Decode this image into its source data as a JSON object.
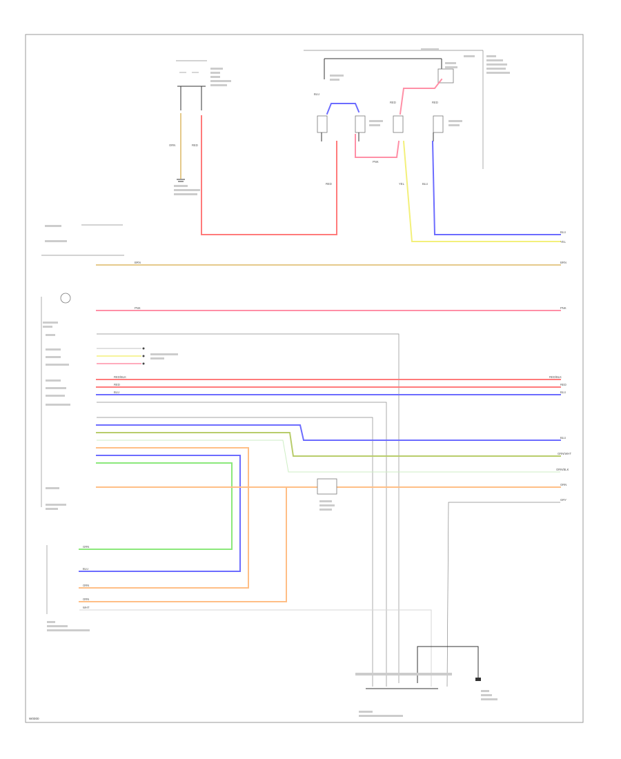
{
  "diagram": {
    "code": "W0000",
    "colors": {
      "red": "#ff7a7a",
      "pink": "#ff8fa6",
      "yellow": "#f3f07a",
      "tan": "#e5c98a",
      "blue": "#6b6bff",
      "green": "#8ae87a",
      "olive": "#b8cc6a",
      "orange": "#ffbe85",
      "gray": "#9a9a9a",
      "white": "#d6d6d6"
    },
    "connector_labels": {
      "left_wire_a": "ORN",
      "left_wire_b": "RED",
      "blower_lower": "RED",
      "blower_out": "BLU",
      "yellow_drop": "YEL",
      "blue_drop": "BLU",
      "pink_link": "PNK",
      "fuse_top": "RED",
      "fuse_right": "RED"
    },
    "row_wire_labels": {
      "tan_row": "BRN",
      "pink_row": "PNK",
      "red_row": "RED/BLK",
      "red2_row": "RED",
      "blue_row": "BLU",
      "blue_end": "BLU",
      "green_end": "GRN/WHT",
      "orange_end": "ORN/BLK",
      "orange2_end": "ORN",
      "gray_end": "GRY",
      "blue_right": "BLU",
      "yellow_right": "YEL"
    },
    "bottom_labels": {
      "green_a": "GRN",
      "blue_a": "BLU",
      "orange_a": "ORN",
      "orange_b": "ORN",
      "white_a": "WHT"
    }
  }
}
